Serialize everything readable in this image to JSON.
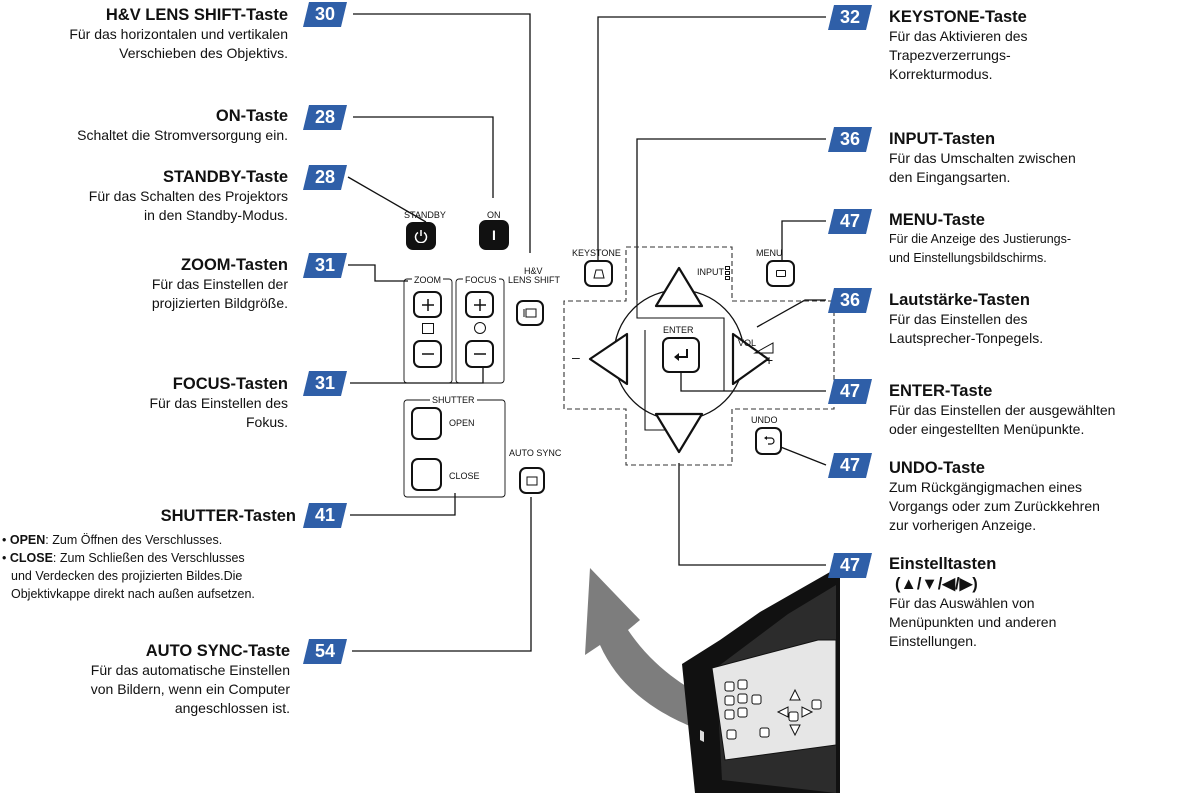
{
  "callouts": {
    "hv": {
      "page": "30",
      "title": "H&V LENS SHIFT-Taste",
      "desc": [
        "Für das horizontalen und vertikalen",
        "Verschieben des Objektivs."
      ]
    },
    "on": {
      "page": "28",
      "title": "ON-Taste",
      "desc": [
        "Schaltet die Stromversorgung ein."
      ]
    },
    "standby": {
      "page": "28",
      "title": "STANDBY-Taste",
      "desc": [
        "Für das Schalten des Projektors",
        "in den Standby-Modus."
      ]
    },
    "zoom": {
      "page": "31",
      "title": "ZOOM-Tasten",
      "desc": [
        "Für das Einstellen der",
        "projizierten Bildgröße."
      ]
    },
    "focus": {
      "page": "31",
      "title": "FOCUS-Tasten",
      "desc": [
        "Für das Einstellen des",
        "Fokus."
      ]
    },
    "shutter": {
      "page": "41",
      "title": "SHUTTER-Tasten",
      "bullets": [
        {
          "key": "OPEN",
          "text": ": Zum Öffnen des Verschlusses."
        },
        {
          "key": "CLOSE",
          "text": ": Zum Schließen des Verschlusses"
        },
        {
          "key": "",
          "text": "und Verdecken des projizierten Bildes.Die"
        },
        {
          "key": "",
          "text": "Objektivkappe direkt nach außen aufsetzen."
        }
      ]
    },
    "autosync": {
      "page": "54",
      "title": "AUTO SYNC-Taste",
      "desc": [
        "Für das automatische Einstellen",
        "von Bildern, wenn ein Computer",
        "angeschlossen ist."
      ]
    },
    "keystone": {
      "page": "32",
      "title": "KEYSTONE-Taste",
      "desc": [
        "Für das Aktivieren des",
        "Trapezverzerrungs-",
        "Korrekturmodus."
      ]
    },
    "input": {
      "page": "36",
      "title": "INPUT-Tasten",
      "desc": [
        "Für das Umschalten zwischen",
        "den Eingangsarten."
      ]
    },
    "menu": {
      "page": "47",
      "title": "MENU-Taste",
      "desc": [
        "Für die Anzeige des Justierungs-",
        "und Einstellungsbildschirms."
      ]
    },
    "volume": {
      "page": "36",
      "title": "Lautstärke-Tasten",
      "desc": [
        "Für das Einstellen des",
        "Lautsprecher-Tonpegels."
      ]
    },
    "enter": {
      "page": "47",
      "title": "ENTER-Taste",
      "desc": [
        "Für das Einstellen der ausgewählten",
        "oder eingestellten Menüpunkte."
      ]
    },
    "undo": {
      "page": "47",
      "title": "UNDO-Taste",
      "desc": [
        "Zum Rückgängigmachen eines",
        "Vorgangs oder zum Zurückkehren",
        "zur vorherigen Anzeige."
      ]
    },
    "adjust": {
      "page": "47",
      "title": "Einstelltasten",
      "title2": "(▲/▼/◀/▶)",
      "desc": [
        "Für das Auswählen von",
        "Menüpunkten und anderen",
        "Einstellungen."
      ]
    }
  },
  "panel": {
    "standby": "STANDBY",
    "on": "ON",
    "zoom": "ZOOM",
    "focus": "FOCUS",
    "hv_line1": "H&V",
    "hv_line2": "LENS SHIFT",
    "shutter": "SHUTTER",
    "open": "OPEN",
    "close": "CLOSE",
    "autosync": "AUTO SYNC",
    "keystone": "KEYSTONE",
    "input": "INPUT",
    "menu": "MENU",
    "enter": "ENTER",
    "vol": "VOL",
    "minus": "–",
    "plus": "+",
    "undo": "UNDO",
    "on_glyph": "I"
  },
  "colors": {
    "badge": "#2f5fa8",
    "line": "#111111",
    "arrow": "#6f6f6f"
  }
}
